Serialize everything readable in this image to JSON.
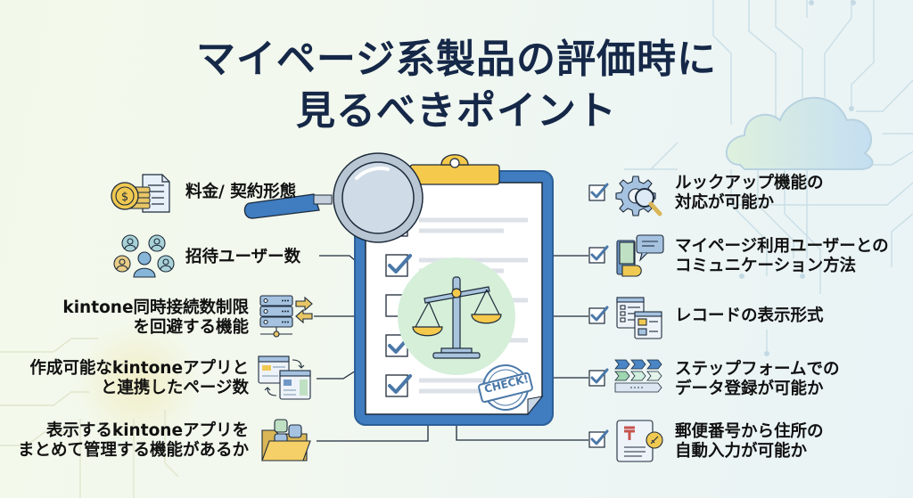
{
  "title": {
    "line1": "マイページ系製品の評価時に",
    "line2": "見るべきポイント"
  },
  "center": {
    "stamp_text": "CHECK!",
    "icon": "scales-of-justice-icon"
  },
  "left_items": [
    {
      "id": "pricing",
      "lines": [
        "料金/ 契約形態"
      ],
      "icon": "coins-document-icon"
    },
    {
      "id": "invited-users",
      "lines": [
        "招待ユーザー数"
      ],
      "icon": "users-group-icon"
    },
    {
      "id": "concurrent-limit",
      "lines": [
        "kintone同時接続数制限",
        "を回避する機能"
      ],
      "icon": "server-sync-icon"
    },
    {
      "id": "linked-pages",
      "lines": [
        "作成可能なkintoneアプリと",
        "と連携したページ数"
      ],
      "icon": "linked-windows-icon"
    },
    {
      "id": "app-grouping",
      "lines": [
        "表示するkintoneアプリを",
        "まとめて管理する機能があるか"
      ],
      "icon": "folder-apps-icon"
    }
  ],
  "right_items": [
    {
      "id": "lookup",
      "lines": [
        "ルックアップ機能の",
        "対応が可能か"
      ],
      "icon": "gear-search-icon",
      "checked": true
    },
    {
      "id": "communication",
      "lines": [
        "マイページ利用ユーザーとの",
        "コミュニケーション方法"
      ],
      "icon": "chat-tablet-icon",
      "checked": true
    },
    {
      "id": "record-display",
      "lines": [
        "レコードの表示形式"
      ],
      "icon": "record-windows-icon",
      "checked": true
    },
    {
      "id": "step-form",
      "lines": [
        "ステップフォームでの",
        "データ登録が可能か"
      ],
      "icon": "step-chevrons-icon",
      "checked": true
    },
    {
      "id": "postal-autofill",
      "lines": [
        "郵便番号から住所の",
        "自動入力が可能か"
      ],
      "icon": "postal-card-icon",
      "checked": true
    }
  ],
  "colors": {
    "title": "#162848",
    "clipboard_frame": "#3f7cc0",
    "clip": "#f5c94c",
    "center_circle": "#d5efd9",
    "check": "#4a78a8",
    "line": "#1d2a3a"
  }
}
